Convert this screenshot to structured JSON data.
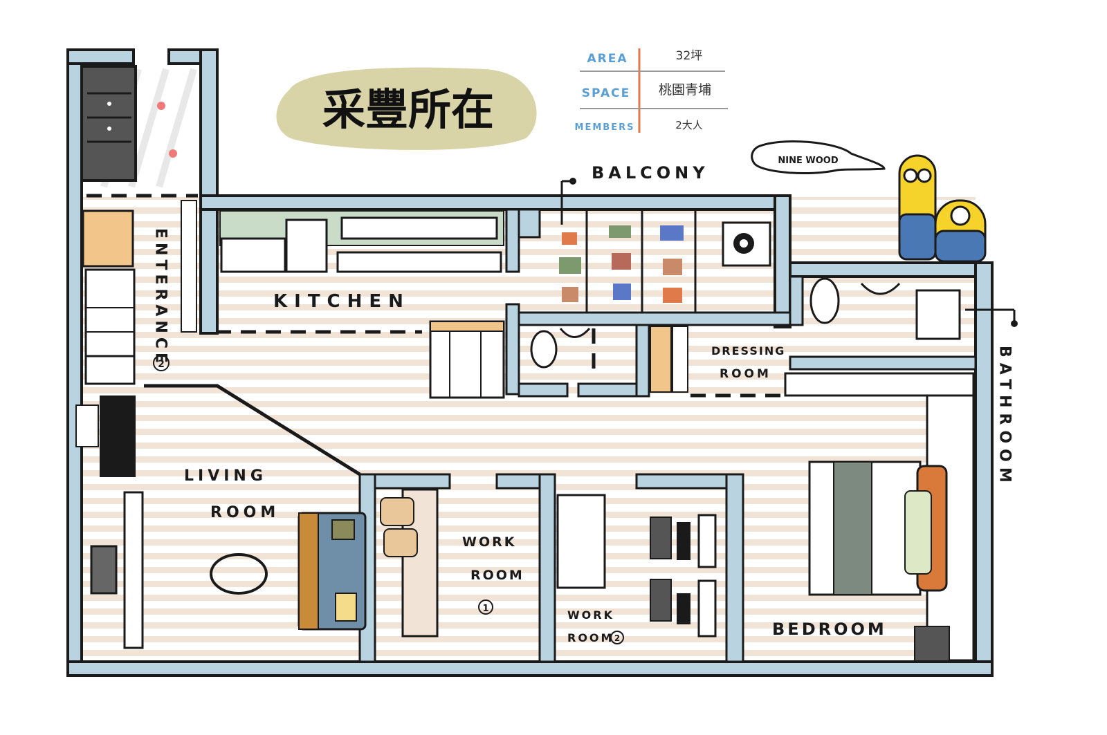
{
  "title": "采豐所在",
  "info": {
    "rows": [
      {
        "key": "AREA",
        "value": "32坪"
      },
      {
        "key": "SPACE",
        "value": "桃園青埔"
      },
      {
        "key": "MEMBERS",
        "value": "2大人"
      }
    ]
  },
  "speech_bubble": "NINE WOOD",
  "rooms": {
    "entrance": "ENTERANCE",
    "entrance_no": "2",
    "kitchen": "KITCHEN",
    "balcony": "BALCONY",
    "living_1": "LIVING",
    "living_2": "ROOM",
    "dressing_1": "DRESSING",
    "dressing_2": "ROOM",
    "bathroom": "BATHROOM",
    "work1_1": "WORK",
    "work1_2": "ROOM",
    "work1_no": "1",
    "work2_1": "WORK",
    "work2_2": "ROOM",
    "work2_no": "2",
    "bedroom": "BEDROOM"
  },
  "colors": {
    "wall": "#b9d3e0",
    "outline": "#1a1a1a",
    "floor_stripe": "#f1e3d6",
    "title_blob": "#d8d4a8",
    "info_key": "#5a9fd4",
    "info_divider": "#e07a4a",
    "bed_blanket_stripe": "#7d8a80",
    "pillow": "#d97a3a",
    "minion_yellow": "#f5d32a",
    "minion_blue": "#4a78b5"
  }
}
